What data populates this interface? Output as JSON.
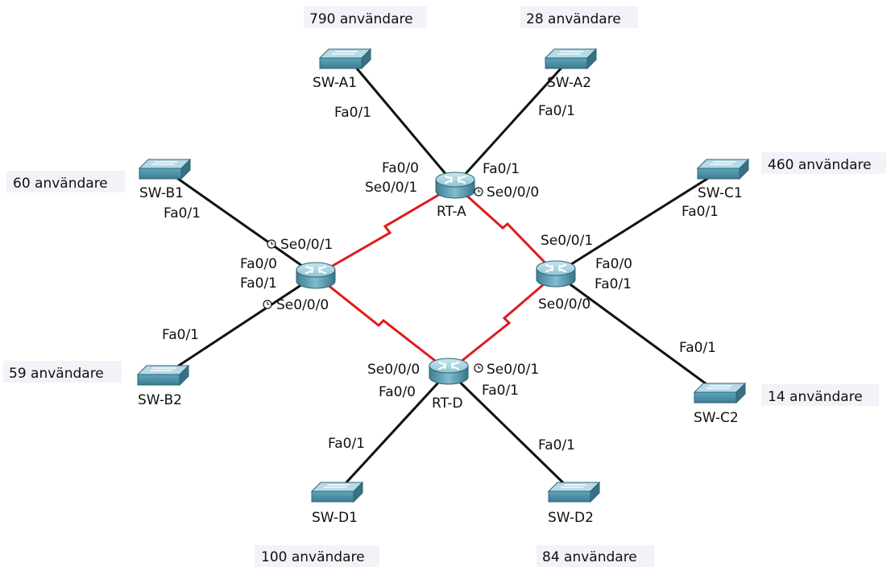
{
  "colors": {
    "ethernet": "#111111",
    "serial": "#e01b1b",
    "device": "#4f97ad",
    "label_bg": "#f1f3f8"
  },
  "routers": {
    "rt_a": {
      "name": "RT-A"
    },
    "rt_b": {
      "name": ""
    },
    "rt_c": {
      "name": ""
    },
    "rt_d": {
      "name": "RT-D"
    }
  },
  "switches": {
    "sw_a1": {
      "name": "SW-A1",
      "users": "790 användare"
    },
    "sw_a2": {
      "name": "SW-A2",
      "users": "28 användare"
    },
    "sw_b1": {
      "name": "SW-B1",
      "users": "60 användare"
    },
    "sw_b2": {
      "name": "SW-B2",
      "users": "59 användare"
    },
    "sw_c1": {
      "name": "SW-C1",
      "users": "460 användare"
    },
    "sw_c2": {
      "name": "SW-C2",
      "users": "14 användare"
    },
    "sw_d1": {
      "name": "SW-D1",
      "users": "100 användare"
    },
    "sw_d2": {
      "name": "SW-D2",
      "users": "84 användare"
    }
  },
  "interfaces": {
    "sw_a1_fa01": "Fa0/1",
    "sw_a2_fa01": "Fa0/1",
    "sw_b1_fa01": "Fa0/1",
    "sw_b2_fa01": "Fa0/1",
    "sw_c1_fa01": "Fa0/1",
    "sw_c2_fa01": "Fa0/1",
    "sw_d1_fa01": "Fa0/1",
    "sw_d2_fa01": "Fa0/1",
    "rt_a_fa00": "Fa0/0",
    "rt_a_se001": "Se0/0/1",
    "rt_a_fa01": "Fa0/1",
    "rt_a_se000": "Se0/0/0",
    "rt_b_se001": "Se0/0/1",
    "rt_b_fa00": "Fa0/0",
    "rt_b_fa01": "Fa0/1",
    "rt_b_se000": "Se0/0/0",
    "rt_c_se001": "Se0/0/1",
    "rt_c_fa00": "Fa0/0",
    "rt_c_fa01": "Fa0/1",
    "rt_c_se000": "Se0/0/0",
    "rt_d_se000": "Se0/0/0",
    "rt_d_fa00": "Fa0/0",
    "rt_d_se001": "Se0/0/1",
    "rt_d_fa01": "Fa0/1"
  },
  "icons": {
    "router": "router-icon",
    "switch": "switch-icon",
    "clock": "clock-icon"
  }
}
